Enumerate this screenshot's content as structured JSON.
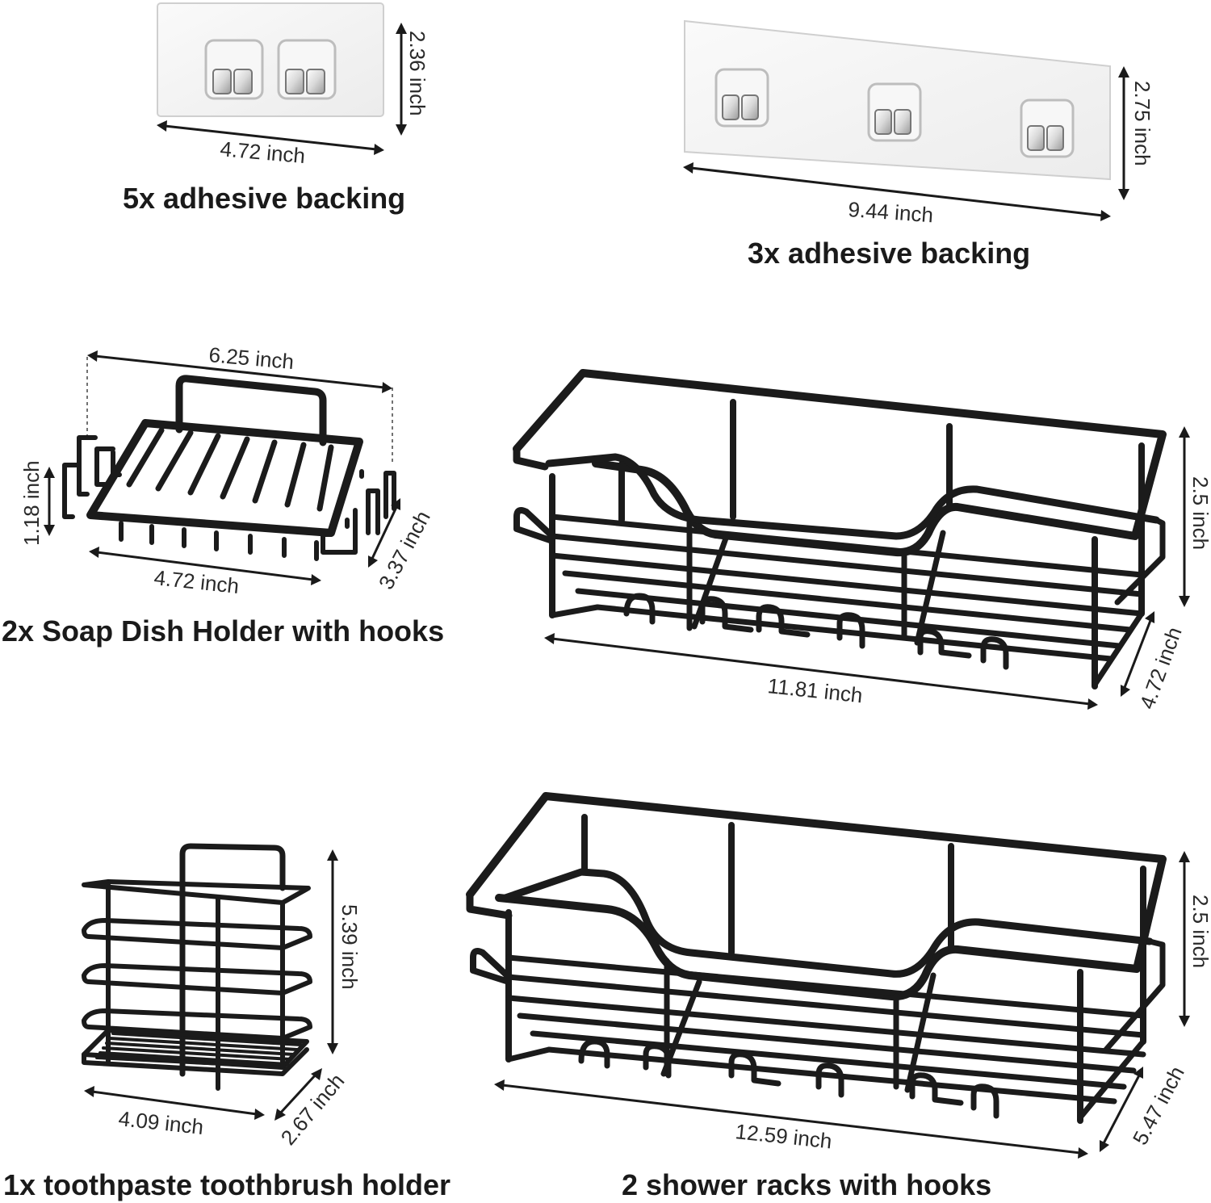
{
  "items": {
    "adhesive_small": {
      "caption": "5x adhesive backing",
      "width": "4.72 inch",
      "height": "2.36 inch"
    },
    "adhesive_large": {
      "caption": "3x adhesive backing",
      "width": "9.44 inch",
      "height": "2.75 inch"
    },
    "soap_dish": {
      "caption": "2x Soap Dish Holder with hooks",
      "top_width": "6.25 inch",
      "width": "4.72 inch",
      "height": "1.18 inch",
      "depth": "3.37 inch"
    },
    "rack_upper": {
      "width": "11.81 inch",
      "height": "2.5 inch",
      "depth": "4.72 inch"
    },
    "toothbrush_holder": {
      "caption": "1x toothpaste toothbrush holder",
      "width": "4.09 inch",
      "height": "5.39 inch",
      "depth": "2.67 inch"
    },
    "rack_lower": {
      "caption": "2 shower racks with hooks",
      "width": "12.59 inch",
      "height": "2.5 inch",
      "depth": "5.47 inch"
    }
  },
  "colors": {
    "wire": "#1b1b1b",
    "adhesive": "#f4f4f4",
    "text": "#1a1a1a"
  }
}
